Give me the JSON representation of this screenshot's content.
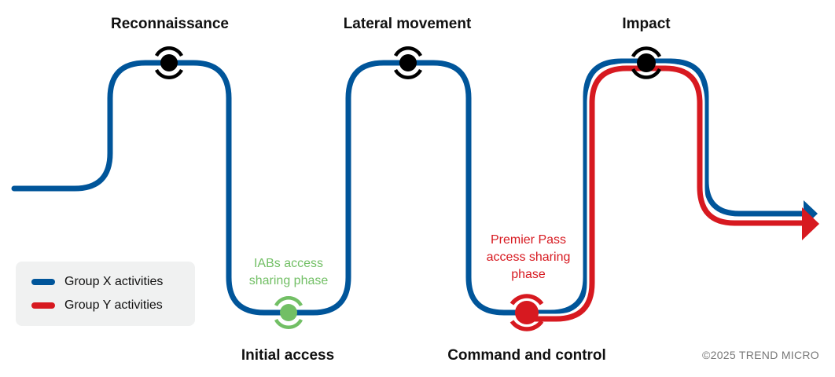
{
  "colors": {
    "group_x": "#00559a",
    "group_y": "#d71920",
    "iab_phase": "#72bf65",
    "node": "#000000",
    "legend_bg": "#f0f1f1"
  },
  "stages": [
    {
      "id": "reconnaissance",
      "label": "Reconnaissance",
      "position": "top",
      "node_color": "black"
    },
    {
      "id": "initial-access",
      "label": "Initial access",
      "position": "bottom",
      "node_color": "green"
    },
    {
      "id": "lateral-movement",
      "label": "Lateral movement",
      "position": "top",
      "node_color": "black"
    },
    {
      "id": "command-and-control",
      "label": "Command and control",
      "position": "bottom",
      "node_color": "red"
    },
    {
      "id": "impact",
      "label": "Impact",
      "position": "top",
      "node_color": "black"
    }
  ],
  "phases": {
    "iabs": {
      "line1": "IABs access",
      "line2": "sharing phase"
    },
    "premier_pass": {
      "line1": "Premier Pass",
      "line2": "access sharing",
      "line3": "phase"
    }
  },
  "legend": {
    "items": [
      {
        "label": "Group X activities",
        "color": "#00559a"
      },
      {
        "label": "Group Y activities",
        "color": "#d71920"
      }
    ]
  },
  "copyright": "©2025 TREND MICRO"
}
